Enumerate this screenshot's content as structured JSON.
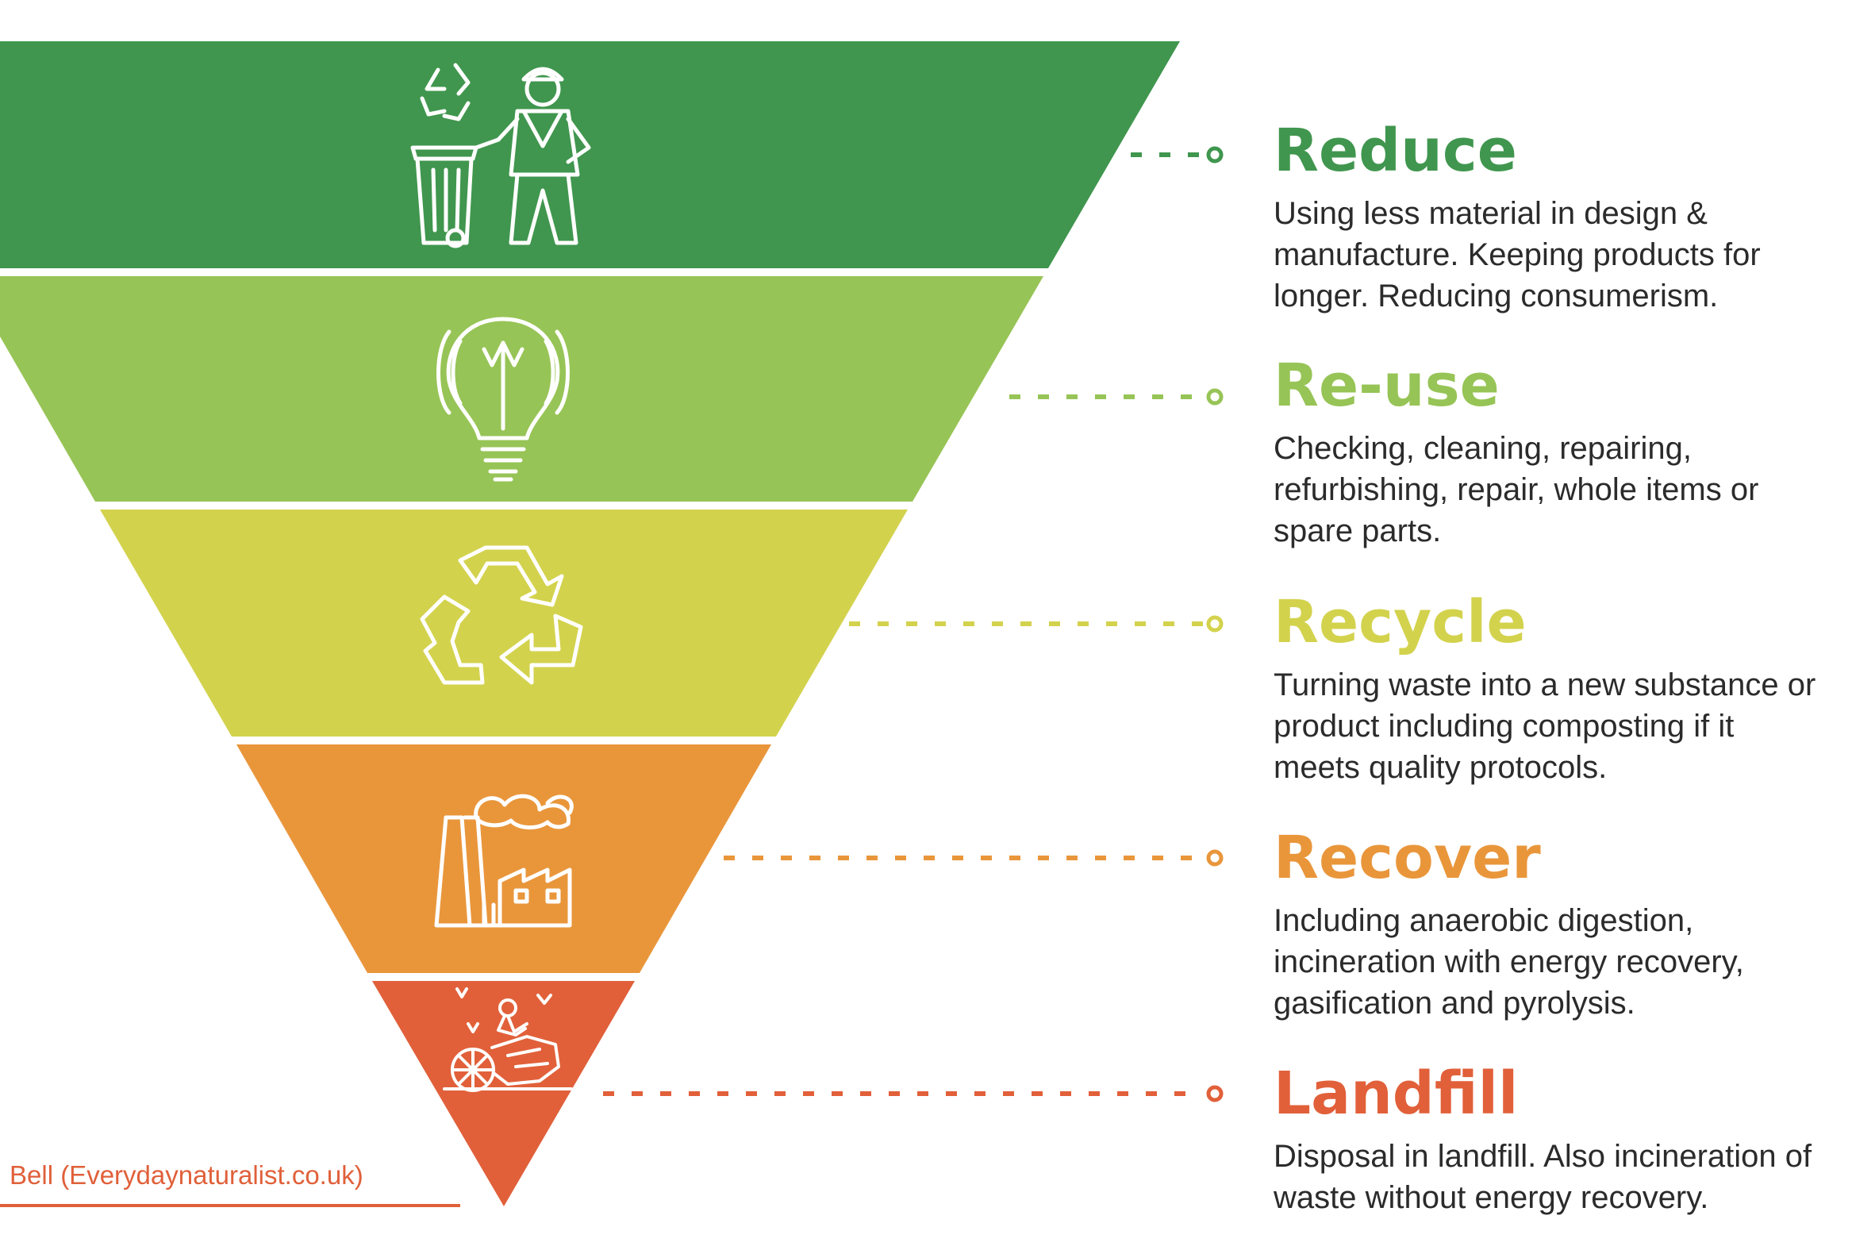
{
  "tiers": [
    {
      "title": "Reduce",
      "color": "#40964e",
      "icon": "bin-worker-icon",
      "lines": [
        "Using less material in design &",
        "manufacture. Keeping products for",
        "longer. Reducing consumerism."
      ]
    },
    {
      "title": "Re-use",
      "color": "#97c456",
      "icon": "light-bulb-icon",
      "lines": [
        "Checking, cleaning, repairing,",
        "refurbishing, repair, whole items or",
        "spare parts."
      ]
    },
    {
      "title": "Recycle",
      "color": "#d3d24d",
      "icon": "recycle-arrows-icon",
      "lines": [
        "Turning waste into a new substance or",
        "product including composting if it",
        "meets quality protocols."
      ]
    },
    {
      "title": "Recover",
      "color": "#e9963b",
      "icon": "factory-icon",
      "lines": [
        "Including anaerobic digestion,",
        "incineration with energy recovery,",
        "gasification and pyrolysis."
      ]
    },
    {
      "title": "Landfill",
      "color": "#e1603a",
      "icon": "landfill-heap-icon",
      "lines": [
        "Disposal in landfill. Also incineration of",
        "waste without energy recovery."
      ]
    }
  ],
  "credit": "Bell (Everydaynaturalist.co.uk)"
}
